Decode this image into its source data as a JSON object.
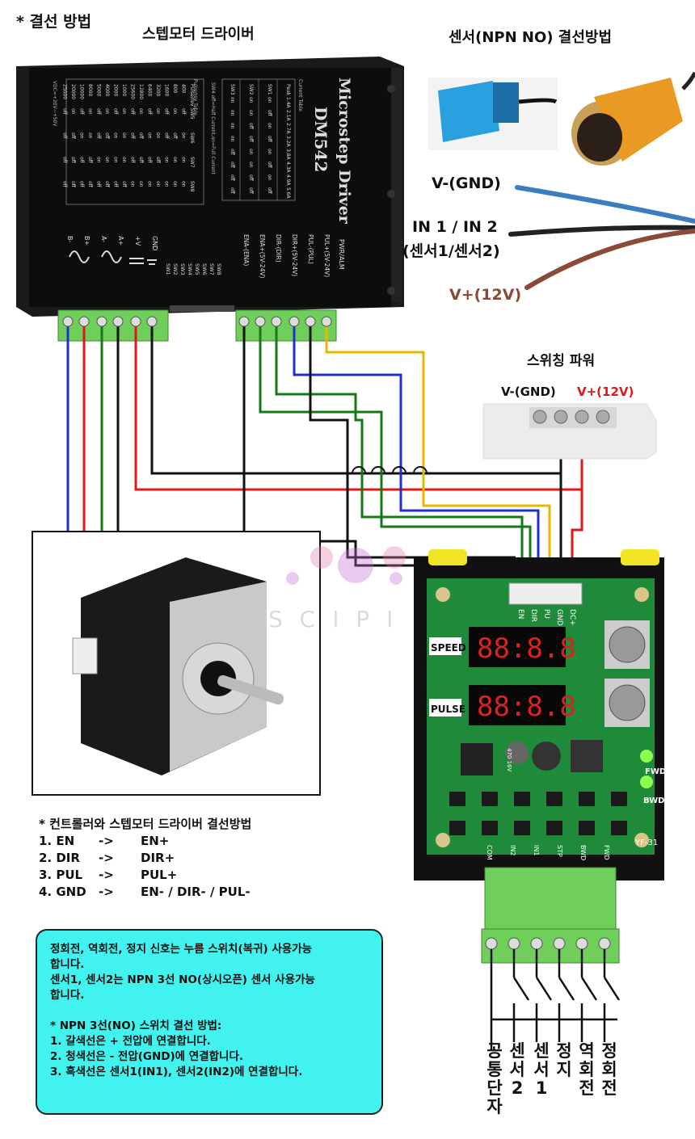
{
  "headings": {
    "main": "* 결선 방법",
    "driver": "스텝모터 드라이버",
    "sensor": "센서(NPN NO) 결선방법",
    "psu": "스위칭 파워"
  },
  "driver": {
    "brand": "Microstep Driver",
    "model": "DM542",
    "current_table_title": "Current Table",
    "pulse_table_title": "Pulse/rev Table",
    "sw4_note": "SW4 off=Half Current,on=Full Current",
    "voltage": "VDC=+20V~+50V",
    "current_headers": [
      "Peak",
      "SW1",
      "SW2",
      "SW3"
    ],
    "current_rows": [
      [
        "1.4A",
        "on",
        "on",
        "on"
      ],
      [
        "2.1A",
        "off",
        "on",
        "on"
      ],
      [
        "2.7A",
        "on",
        "off",
        "on"
      ],
      [
        "3.2A",
        "off",
        "off",
        "on"
      ],
      [
        "3.8A",
        "on",
        "on",
        "off"
      ],
      [
        "4.3A",
        "off",
        "on",
        "off"
      ],
      [
        "4.9A",
        "on",
        "off",
        "off"
      ],
      [
        "5.6A",
        "off",
        "off",
        "off"
      ]
    ],
    "pulse_headers": [
      "Pulse/rev",
      "SW5",
      "SW6",
      "SW7",
      "SW8"
    ],
    "pulse_rows": [
      [
        "400",
        "off",
        "on",
        "on",
        "on"
      ],
      [
        "800",
        "on",
        "off",
        "on",
        "on"
      ],
      [
        "1600",
        "off",
        "off",
        "on",
        "on"
      ],
      [
        "3200",
        "on",
        "on",
        "off",
        "on"
      ],
      [
        "6400",
        "off",
        "on",
        "off",
        "on"
      ],
      [
        "12800",
        "on",
        "off",
        "off",
        "on"
      ],
      [
        "25600",
        "off",
        "off",
        "off",
        "on"
      ],
      [
        "1000",
        "on",
        "on",
        "on",
        "off"
      ],
      [
        "2000",
        "off",
        "on",
        "on",
        "off"
      ],
      [
        "4000",
        "on",
        "off",
        "on",
        "off"
      ],
      [
        "5000",
        "off",
        "off",
        "on",
        "off"
      ],
      [
        "8000",
        "on",
        "on",
        "off",
        "off"
      ],
      [
        "10000",
        "off",
        "on",
        "off",
        "off"
      ],
      [
        "20000",
        "on",
        "off",
        "off",
        "off"
      ],
      [
        "25000",
        "off",
        "off",
        "off",
        "off"
      ]
    ],
    "power_terminals": [
      "B-",
      "B+",
      "A-",
      "A+",
      "+V",
      "GND"
    ],
    "signal_terminals": [
      "ENA-(ENA)",
      "ENA+(5V-24V)",
      "DIR-(DIR)",
      "DIR+(5V-24V)",
      "PUL-(PUL)",
      "PUL+(5V-24V)"
    ],
    "pwr_alm": "PWR/ALM",
    "switches": [
      "SW1",
      "SW2",
      "SW3",
      "SW4",
      "SW5",
      "SW6",
      "SW7",
      "SW8"
    ]
  },
  "sensor_wires": {
    "gnd": "V-(GND)",
    "signal_line1": "IN 1 / IN 2",
    "signal_line2": "(센서1/센서2)",
    "vplus": "V+(12V)"
  },
  "psu": {
    "gnd": "V-(GND)",
    "vplus": "V+(12V)"
  },
  "controller": {
    "pin_labels": [
      "EN",
      "DIR",
      "PU",
      "GND",
      "DC+"
    ],
    "speed_label": "SPEED",
    "pulse_label": "PULSE",
    "display_speed": "88:8.8",
    "display_pulse": "88:8.8",
    "chip_label": "470 16V",
    "led_fwd": "FWD",
    "led_bwd": "BWD",
    "model": "YF-31",
    "bottom_pins": [
      "COM",
      "IN2",
      "IN1",
      "STP",
      "BWD",
      "FWD"
    ],
    "terminal_functions": [
      [
        "공",
        "통",
        "단",
        "자"
      ],
      [
        "센",
        "서",
        "2"
      ],
      [
        "센",
        "서",
        "1"
      ],
      [
        "정",
        "지"
      ],
      [
        "역",
        "회",
        "전"
      ],
      [
        "정",
        "회",
        "전"
      ]
    ]
  },
  "watermark": "S C I P I",
  "wiring_list": {
    "title": "* 컨트롤러와 스텝모터 드라이버 결선방법",
    "rows": [
      {
        "num": "1. EN",
        "arrow": "->",
        "target": "EN+"
      },
      {
        "num": "2. DIR",
        "arrow": "->",
        "target": "DIR+"
      },
      {
        "num": "3. PUL",
        "arrow": "->",
        "target": "PUL+"
      },
      {
        "num": "4. GND",
        "arrow": "->",
        "target": "EN- / DIR- / PUL-"
      }
    ]
  },
  "notes": [
    "정회전, 역회전, 정지 신호는 누름 스위치(복귀) 사용가능",
    "합니다.",
    "센서1, 센서2는 NPN 3선 NO(상시오픈) 센서 사용가능",
    "합니다.",
    "",
    "* NPN 3선(NO) 스위치 결선 방법:",
    "1. 갈색선은 + 전압에 연결합니다.",
    "2. 청색선은 - 전압(GND)에 연결합니다.",
    "3. 흑색선은 센서1(IN1), 센서2(IN2)에 연결합니다."
  ],
  "colors": {
    "blue_wire": "#2030d0",
    "red_wire": "#e01818",
    "green_wire": "#157a15",
    "black_wire": "#111111",
    "yellow_wire": "#e8b800",
    "brown_wire": "#8a4a36",
    "note_bg": "#41f2ee",
    "pcb_green": "#1f8a3a",
    "terminal_green": "#6fcf5a"
  }
}
